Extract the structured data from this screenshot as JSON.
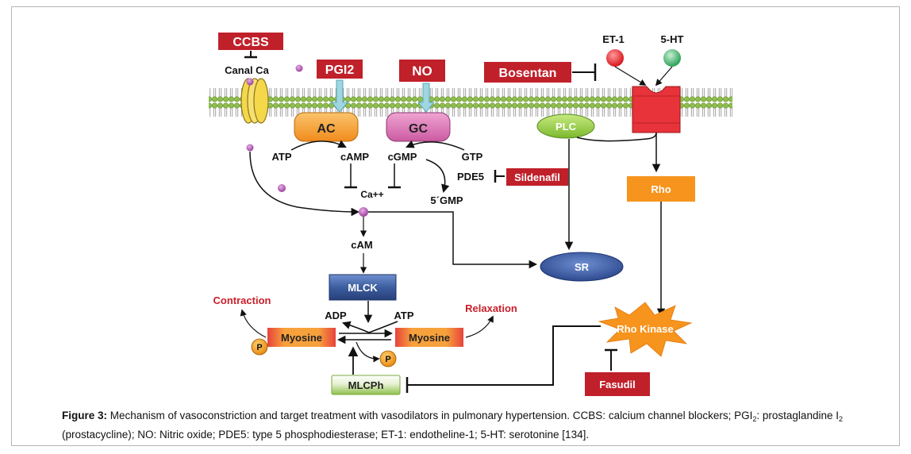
{
  "labels": {
    "ccbs": "CCBS",
    "canal_ca": "Canal Ca",
    "pgi2": "PGI2",
    "no": "NO",
    "bosentan": "Bosentan",
    "et1": "ET-1",
    "ht5": "5-HT",
    "ac": "AC",
    "gc": "GC",
    "plc": "PLC",
    "atp_left": "ATP",
    "camp": "cAMP",
    "cgmp": "cGMP",
    "gtp": "GTP",
    "pde5": "PDE5",
    "sildenafil": "Sildenafil",
    "ca_plus": "Ca++",
    "gmp5": "5´GMP",
    "rho": "Rho",
    "cam": "cAM",
    "sr": "SR",
    "mlck": "MLCK",
    "contraction": "Contraction",
    "relaxation": "Relaxation",
    "adp": "ADP",
    "atp_right": "ATP",
    "myosine_left": "Myosine",
    "myosine_right": "Myosine",
    "p_left": "P",
    "p_right": "P",
    "rho_kinase": "Rho Kinase",
    "mlcph": "MLCPh",
    "fasudil": "Fasudil"
  },
  "caption": {
    "figure_label": "Figure 3:",
    "text_1": " Mechanism of vasoconstriction and target treatment with vasodilators in pulmonary hypertension. CCBS: calcium channel blockers; PGI",
    "sub_1": "2",
    "text_2": ": prostaglandine I",
    "sub_2": "2",
    "text_3": " (prostacycline); NO: Nitric oxide; PDE5: type 5 phosphodiesterase; ET-1: endotheline-1; 5-HT: serotonine [134]."
  },
  "colors": {
    "inhibitor_red": "#c0202a",
    "label_red": "#c8202a",
    "ac_orange": "#f8a83a",
    "gc_pink": "#e07ab8",
    "plc_green": "#9ad14c",
    "receptor_red": "#e8333a",
    "rho_orange": "#f7941d",
    "sr_blue": "#3b5aa8",
    "mlck_blue": "#3c5d9e",
    "membrane_green": "#8fbf4a"
  }
}
